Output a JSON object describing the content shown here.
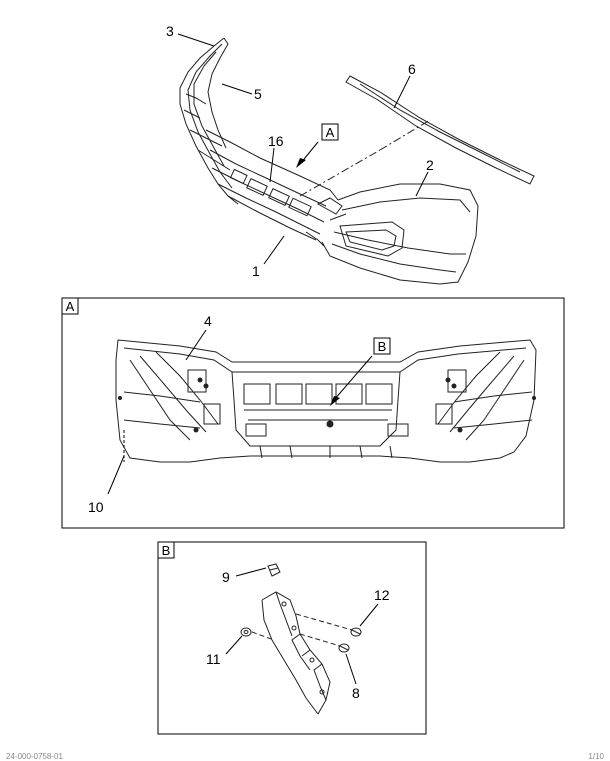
{
  "callouts": {
    "c1": "1",
    "c2": "2",
    "c3": "3",
    "c4": "4",
    "c5": "5",
    "c6": "6",
    "c8": "8",
    "c9": "9",
    "c10": "10",
    "c11": "11",
    "c12": "12",
    "c16": "16"
  },
  "view_refs": {
    "a_marker": "A",
    "a_box_label": "A",
    "b_marker": "B",
    "b_box_label": "B"
  },
  "footer": {
    "left": "24-000-0758-01",
    "right": "1/10"
  }
}
